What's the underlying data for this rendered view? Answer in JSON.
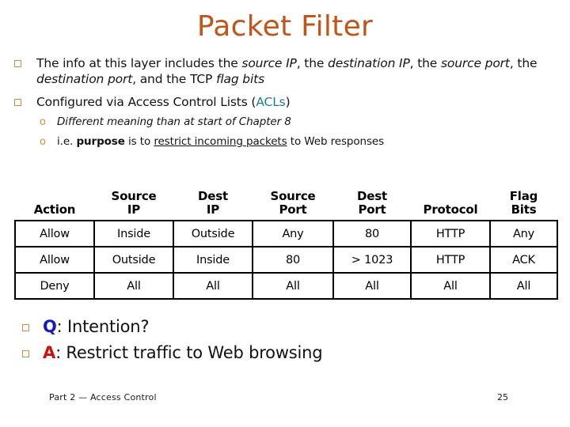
{
  "slide": {
    "title": "Packet Filter",
    "title_color": "#C0551A",
    "bullet_marker": "hollow-square",
    "sub_marker": "o"
  },
  "bullets": [
    {
      "marker": "hollow-square",
      "text_parts": [
        {
          "t": "The info at this layer includes the ",
          "style": "normal"
        },
        {
          "t": "source IP",
          "style": "italic"
        },
        {
          "t": ", the ",
          "style": "normal"
        },
        {
          "t": "destination IP",
          "style": "italic"
        },
        {
          "t": ", the ",
          "style": "normal"
        },
        {
          "t": "source port",
          "style": "italic"
        },
        {
          "t": ", the ",
          "style": "normal"
        },
        {
          "t": "destination port",
          "style": "italic"
        },
        {
          "t": ", and the TCP ",
          "style": "normal"
        },
        {
          "t": "flag bits",
          "style": "italic"
        }
      ],
      "plain": "The info at this layer includes the source IP, the destination IP, the source port, the destination port, and the TCP flag bits"
    },
    {
      "marker": "hollow-square",
      "plain": "Configured via Access Control Lists (ACLs)",
      "prefix": "Configured via Access Control Lists (",
      "link": "ACLs",
      "link_color": "#1F7A9E",
      "suffix": ")"
    }
  ],
  "sub_bullets": [
    {
      "marker": "o",
      "style": "italic",
      "text": "Different meaning than at start of Chapter 8"
    },
    {
      "marker": "o",
      "style": "mixed",
      "p1": "i.e. ",
      "bold": "purpose",
      "p2": " is to ",
      "underline": "restrict incoming packets",
      "p3": " to Web responses"
    }
  ],
  "table": {
    "headers": [
      "Action",
      "Source\nIP",
      "Dest\nIP",
      "Source\nPort",
      "Dest\nPort",
      "Protocol",
      "Flag\nBits"
    ],
    "headers_line1": [
      "",
      "Source",
      "Dest",
      "Source",
      "Dest",
      "",
      "Flag"
    ],
    "headers_line2": [
      "Action",
      "IP",
      "IP",
      "Port",
      "Port",
      "Protocol",
      "Bits"
    ],
    "rows": [
      [
        "Allow",
        "Inside",
        "Outside",
        "Any",
        "80",
        "HTTP",
        "Any"
      ],
      [
        "Allow",
        "Outside",
        "Inside",
        "80",
        "> 1023",
        "HTTP",
        "ACK"
      ],
      [
        "Deny",
        "All",
        "All",
        "All",
        "All",
        "All",
        "All"
      ]
    ]
  },
  "qa": [
    {
      "marker": "hollow-square",
      "letter": "Q",
      "letter_color": "#1919C0",
      "text": ": Intention?"
    },
    {
      "marker": "hollow-square",
      "letter": "A",
      "letter_color": "#D01010",
      "text": ": Restrict traffic to Web browsing"
    }
  ],
  "footer": {
    "left": "Part 2 — Access Control",
    "page": "25"
  }
}
